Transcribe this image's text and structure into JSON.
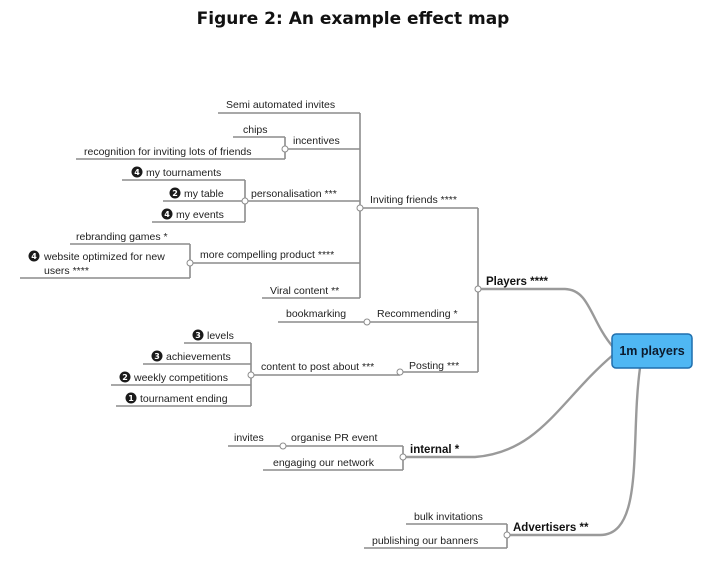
{
  "title": "Figure 2: An example effect map",
  "root": "1m players",
  "colors": {
    "root_fill": "#4fb7f3",
    "root_stroke": "#1f6fae",
    "line": "#8c8c8c"
  },
  "nodes": {
    "players": "Players ****",
    "inviting": "Inviting friends ****",
    "semi_auto": "Semi automated invites",
    "chips": "chips",
    "incentives": "incentives",
    "recognition": "recognition for inviting lots of friends",
    "my_tournaments": "my tournaments",
    "my_table": "my table",
    "my_events": "my events",
    "personalisation": "personalisation ***",
    "rebranding": "rebranding games *",
    "website_l1": "website optimized for new",
    "website_l2": "users ****",
    "compelling": "more compelling product ****",
    "viral": "Viral content **",
    "bookmarking": "bookmarking",
    "recommending": "Recommending *",
    "levels": "levels",
    "achievements": "achievements",
    "weekly": "weekly competitions",
    "tournament_ending": "tournament ending",
    "content_post": "content to post about ***",
    "posting": "Posting ***",
    "invites": "invites",
    "pr_event": "organise PR event",
    "engaging": "engaging our network",
    "internal": "internal *",
    "bulk": "bulk invitations",
    "banners": "publishing our banners",
    "advertisers": "Advertisers **"
  },
  "badges": {
    "my_tournaments": "4",
    "my_table": "2",
    "my_events": "4",
    "website": "4",
    "levels": "3",
    "achievements": "3",
    "weekly": "2",
    "tournament_ending": "1"
  }
}
